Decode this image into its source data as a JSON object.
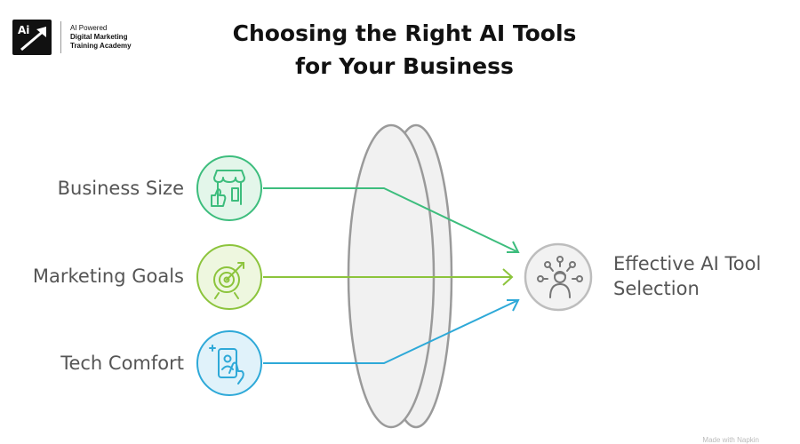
{
  "logo": {
    "mark": "Ai",
    "line1": "AI Powered",
    "line2": "Digital Marketing",
    "line3": "Training Academy"
  },
  "title": {
    "line1": "Choosing the Right AI Tools",
    "line2": "for Your Business"
  },
  "inputs": [
    {
      "label": "Business Size",
      "icon": "storefront-thumbs-up-icon",
      "color": "#3dbd7d",
      "fill": "#e3f6ea"
    },
    {
      "label": "Marketing Goals",
      "icon": "target-arrow-icon",
      "color": "#8cc43c",
      "fill": "#eef7df"
    },
    {
      "label": "Tech Comfort",
      "icon": "phone-touch-icon",
      "color": "#2ea9d8",
      "fill": "#e0f2fa"
    }
  ],
  "output": {
    "line1": "Effective AI Tool",
    "line2": "Selection",
    "icon": "person-network-icon",
    "color": "#777777",
    "fill": "#f2f2f2"
  },
  "lens": {
    "stroke": "#9a9a9a",
    "fill": "#f1f1f1"
  },
  "footer": "Made with Napkin"
}
